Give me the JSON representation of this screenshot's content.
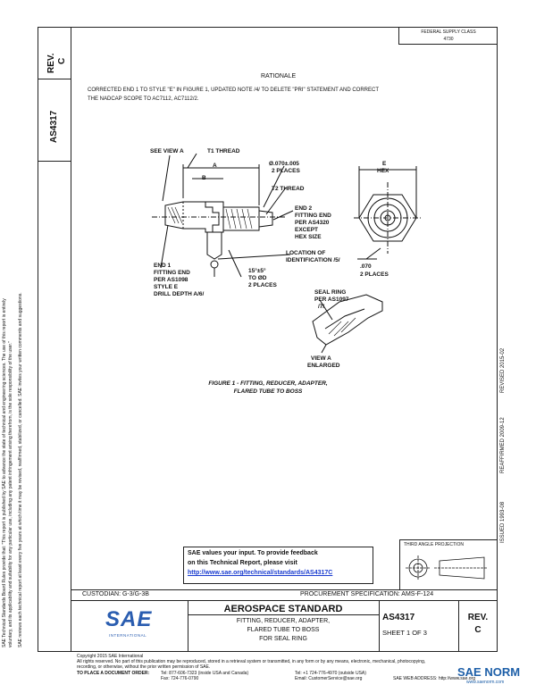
{
  "header": {
    "stamp_line1": "FEDERAL SUPPLY CLASS",
    "stamp_line2": "4730",
    "rev_label": "REV.",
    "rev_value": "C",
    "doc_number": "AS4317"
  },
  "rationale": {
    "title": "RATIONALE",
    "text_line1": "CORRECTED END 1 TO STYLE \"E\" IN FIGURE 1, UPDATED NOTE /4/ TO DELETE \"PRI\" STATEMENT AND CORRECT",
    "text_line2": "THE NADCAP SCOPE TO AC7112, AC7112/2."
  },
  "left_margin": {
    "line1": "SAE Technical Standards Board Rules provide that: \"This report is published by SAE to advance the state of technical and engineering sciences. The use of this report is entirely",
    "line2": "voluntary, and its applicability and suitability for any particular use, including any patent infringement arising therefrom, is the sole responsibility of the user.\"",
    "line3": "SAE reviews each technical report at least every five years at which time it may be revised, reaffirmed, stabilized, or cancelled. SAE invites your written comments and suggestions."
  },
  "right_margin": {
    "issued": "ISSUED 1993-08",
    "reaffirmed": "REAFFIRMED 2009-12",
    "revised": "REVISED 2015-02"
  },
  "figure": {
    "labels": {
      "see_view_a": "SEE VIEW A",
      "t1_thread": "T1 THREAD",
      "a": "A",
      "b": "B",
      "dia": "Ø.070±.005",
      "two_places_1": "2 PLACES",
      "t2_thread": "T2 THREAD",
      "end2_1": "END 2",
      "end2_2": "FITTING END",
      "end2_3": "PER AS4320",
      "end2_4": "EXCEPT",
      "end2_5": "HEX SIZE",
      "loc_1": "LOCATION OF",
      "loc_2": "IDENTIFICATION /5/",
      "end1_1": "END 1",
      "end1_2": "FITTING END",
      "end1_3": "PER AS1098",
      "end1_4": "STYLE E",
      "end1_5": "DRILL DEPTH A/6/",
      "angle_1": "15°±5°",
      "angle_2": "TO ØD",
      "angle_3": "2 PLACES",
      "e": "E",
      "hex": "HEX",
      "dim_070": ".070",
      "two_places_2": "2 PLACES",
      "seal_1": "SEAL RING",
      "seal_2": "PER AS1097",
      "seal_3": "/7/",
      "view_a_1": "VIEW A",
      "view_a_2": "ENLARGED"
    },
    "caption_line1": "FIGURE 1 - FITTING, REDUCER, ADAPTER,",
    "caption_line2": "FLARED TUBE TO BOSS"
  },
  "feedback": {
    "line1": "SAE values your input. To provide feedback",
    "line2": "on this Technical Report, please visit",
    "link": "http://www.sae.org/technical/standards/AS4317C"
  },
  "projection": {
    "label": "THIRD ANGLE PROJECTION"
  },
  "title_block": {
    "custodian": "CUSTODIAN: G-3/G-3B",
    "procurement": "PROCUREMENT SPECIFICATION: AMS-F-124",
    "logo": "SAE",
    "logo_sub": "INTERNATIONAL",
    "standard": "AEROSPACE STANDARD",
    "title_line1": "FITTING, REDUCER, ADAPTER,",
    "title_line2": "FLARED TUBE TO BOSS",
    "title_line3": "FOR SEAL RING",
    "doc": "AS4317",
    "sheet": "SHEET 1 OF 3",
    "rev_label": "REV.",
    "rev_value": "C"
  },
  "footer": {
    "copyright": "Copyright 2015 SAE International",
    "rights": "All rights reserved. No part of this publication may be reproduced, stored in a retrieval system or transmitted, in any form or by any means, electronic, mechanical, photocopying,",
    "rights2": "recording, or otherwise, without the prior written permission of SAE.",
    "order_label": "TO PLACE A DOCUMENT ORDER:",
    "tel": "Tel: 877-606-7323 (inside USA and Canada)",
    "tel2": "Tel: +1 724-776-4970 (outside USA)",
    "fax": "Fax: 724-776-0790",
    "email": "Email: CustomerService@sae.org",
    "web": "SAE WEB ADDRESS: http://www.sae.org",
    "watermark": "SAE NORM",
    "watermark_sub": "www.saenorm.com"
  },
  "colors": {
    "link": "#1a3ccf",
    "logo": "#2a5db0",
    "watermark": "#1d5fa8"
  }
}
